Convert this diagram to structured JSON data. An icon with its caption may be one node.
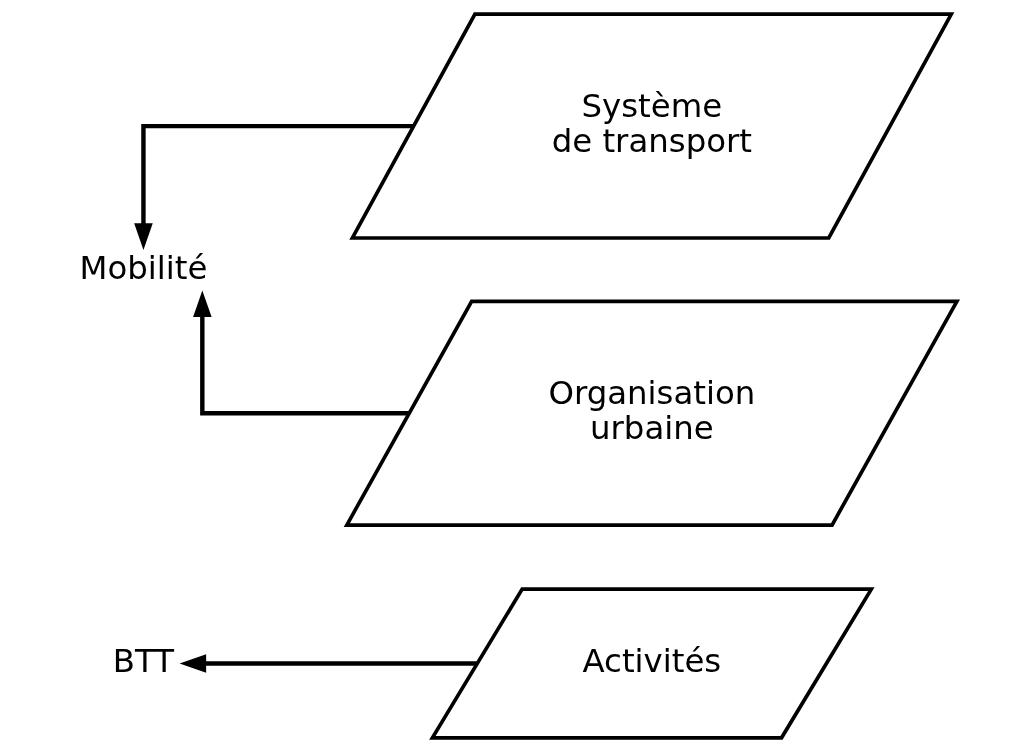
{
  "diagram": {
    "nodes": [
      {
        "text": [
          "BTT"
        ]
      },
      {
        "text": [
          "Activités"
        ]
      },
      {
        "text": [
          "Système de transport"
        ]
      },
      {
        "text": [
          "Mobilité"
        ]
      },
      {
        "text": [
          "Organisation urbaine"
        ]
      }
    ],
    "edges": [
      {
        "from": 1,
        "to": 0,
        "arrow": "to"
      },
      {
        "from": 2,
        "to": 3,
        "arrow": "to"
      },
      {
        "from": 4,
        "to": 3,
        "arrow": "to"
      }
    ]
  }
}
